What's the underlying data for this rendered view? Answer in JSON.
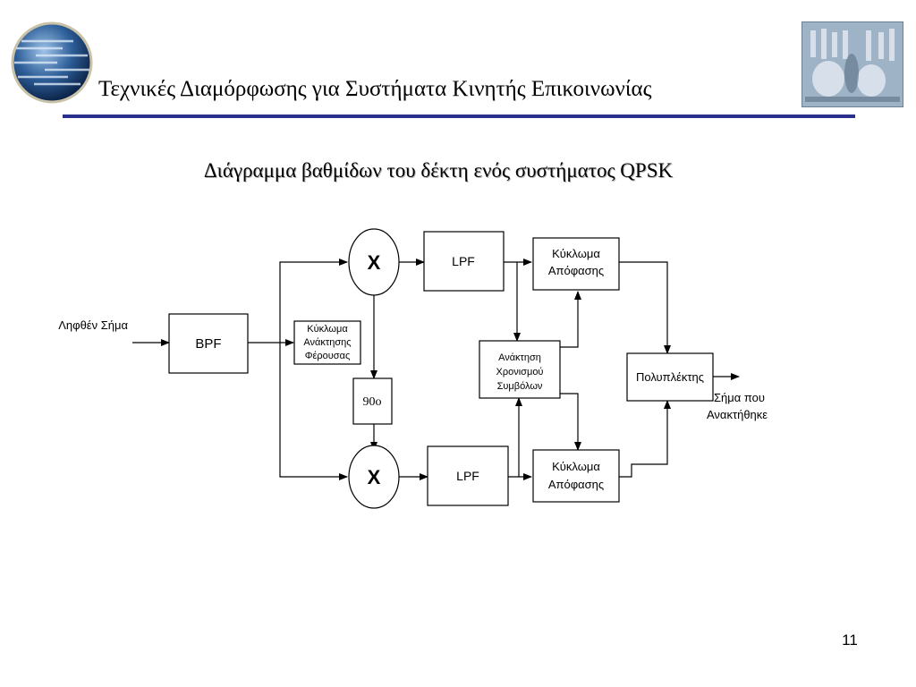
{
  "header": {
    "title": "Τεχνικές Διαμόρφωσης για Συστήματα Κινητής Επικοινωνίας",
    "rule_color": "#2b2f8c"
  },
  "slide": {
    "subtitle": "Διάγραμμα βαθμίδων του δέκτη ενός συστήματος QPSK",
    "page_number": "11"
  },
  "diagram": {
    "input_label": "Ληφθέν Σήμα",
    "output_label_line1": "Σήμα που",
    "output_label_line2": "Ανακτήθηκε",
    "bpf": "BPF",
    "carrier_line1": "Κύκλωμα",
    "carrier_line2": "Ανάκτησης",
    "carrier_line3": "Φέρουσας",
    "phase_shift": "90ο",
    "mixer": "X",
    "lpf": "LPF",
    "decision_line1": "Κύκλωμα",
    "decision_line2": "Απόφασης",
    "timing_line1": "Ανάκτηση",
    "timing_line2": "Χρονισμού",
    "timing_line3": "Συμβόλων",
    "mux": "Πολυπλέκτης"
  }
}
